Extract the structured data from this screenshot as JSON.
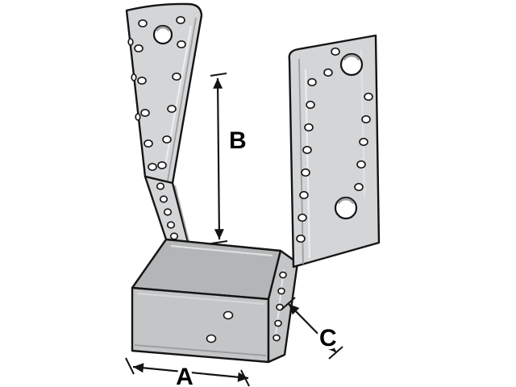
{
  "figure": {
    "labels": {
      "width": "A",
      "height": "B",
      "depth": "C"
    }
  },
  "colors": {
    "background": "#ffffff",
    "outline": "#141414",
    "metal_light": "#d3d5d7",
    "metal_mid": "#c3c5c7",
    "metal_dark": "#b3b5b7",
    "metal_deep": "#8f9193",
    "hole_fill": "#ffffff",
    "label_color": "#000000"
  }
}
